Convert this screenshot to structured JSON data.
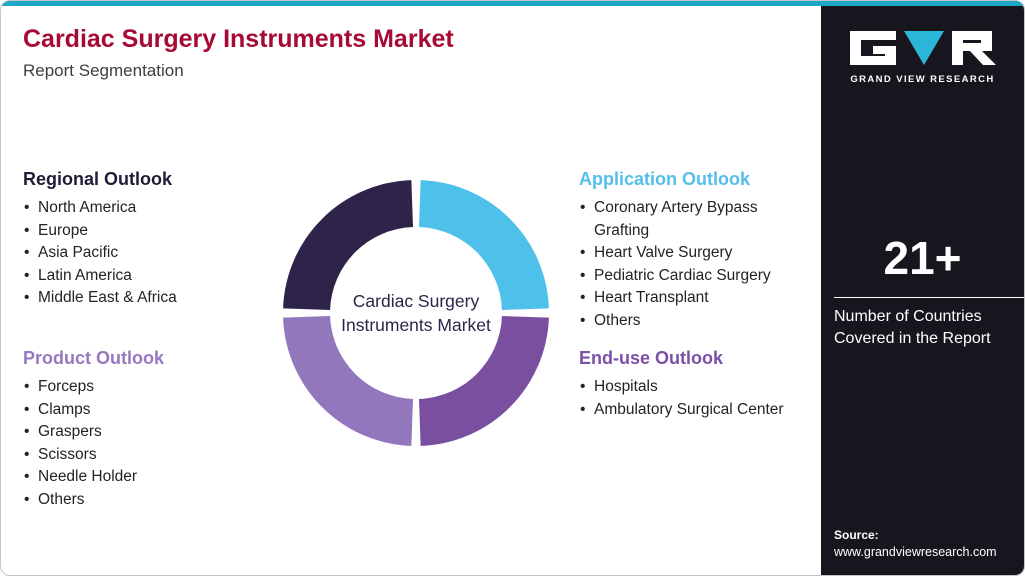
{
  "header": {
    "title": "Cardiac Surgery Instruments Market",
    "subtitle": "Report Segmentation"
  },
  "sections": {
    "regional": {
      "heading": "Regional Outlook",
      "items": [
        "North America",
        "Europe",
        "Asia Pacific",
        "Latin America",
        "Middle East & Africa"
      ]
    },
    "product": {
      "heading": "Product Outlook",
      "items": [
        "Forceps",
        "Clamps",
        "Graspers",
        "Scissors",
        "Needle Holder",
        "Others"
      ]
    },
    "application": {
      "heading": "Application Outlook",
      "items": [
        "Coronary Artery Bypass Grafting",
        "Heart Valve Surgery",
        "Pediatric Cardiac Surgery",
        "Heart Transplant",
        "Others"
      ]
    },
    "enduse": {
      "heading": "End-use Outlook",
      "items": [
        "Hospitals",
        "Ambulatory Surgical Center"
      ]
    }
  },
  "donut": {
    "center_label": "Cardiac Surgery Instruments Market",
    "segments": [
      {
        "name": "regional",
        "color": "#2E2449",
        "start": 272,
        "end": 358
      },
      {
        "name": "application",
        "color": "#4EC1EB",
        "start": 2,
        "end": 88
      },
      {
        "name": "enduse",
        "color": "#7A4FA0",
        "start": 92,
        "end": 178
      },
      {
        "name": "product",
        "color": "#9377BC",
        "start": 182,
        "end": 268
      }
    ]
  },
  "sidebar": {
    "logo_text": "GRAND VIEW RESEARCH",
    "stat_value": "21+",
    "stat_caption": "Number of Countries Covered in the Report",
    "source_label": "Source:",
    "source_url": "www.grandviewresearch.com"
  },
  "colors": {
    "accent_teal": "#1BA7C6",
    "title_red": "#A60A33",
    "regional_dark": "#221C37",
    "product_purple": "#9678BE",
    "application_blue": "#55BEE9",
    "enduse_purple": "#7C50A5",
    "sidebar_bg": "#17161F"
  }
}
